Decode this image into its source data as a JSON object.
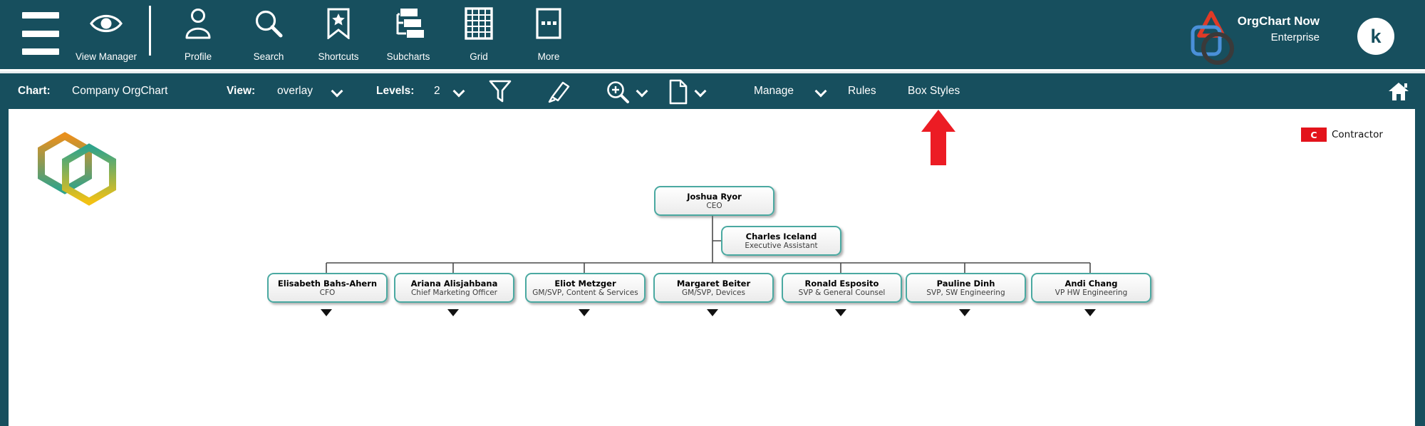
{
  "header": {
    "view_manager": {
      "label": "View Manager"
    },
    "nav_items": [
      {
        "label": "Profile"
      },
      {
        "label": "Search"
      },
      {
        "label": "Shortcuts"
      },
      {
        "label": "Subcharts"
      },
      {
        "label": "Grid"
      },
      {
        "label": "More"
      }
    ],
    "brand": {
      "name": "OrgChart Now",
      "edition": "Enterprise"
    },
    "avatar_initial": "k"
  },
  "toolbar": {
    "chart": {
      "label": "Chart:",
      "value": "Company OrgChart"
    },
    "view": {
      "label": "View:",
      "value": "overlay"
    },
    "levels": {
      "label": "Levels:",
      "value": "2"
    },
    "menus": [
      {
        "label": "Manage"
      },
      {
        "label": "Rules"
      },
      {
        "label": "Box Styles"
      }
    ]
  },
  "legend": {
    "badge": "C",
    "label": "Contractor",
    "badge_color": "#e3131b"
  },
  "org_chart": {
    "root": {
      "name": "Joshua Ryor",
      "title": "CEO"
    },
    "assistant": {
      "name": "Charles Iceland",
      "title": "Executive Assistant"
    },
    "children": [
      {
        "name": "Elisabeth Bahs-Ahern",
        "title": "CFO"
      },
      {
        "name": "Ariana Alisjahbana",
        "title": "Chief Marketing Officer"
      },
      {
        "name": "Eliot Metzger",
        "title": "GM/SVP, Content & Services"
      },
      {
        "name": "Margaret Beiter",
        "title": "GM/SVP, Devices"
      },
      {
        "name": "Ronald Esposito",
        "title": "SVP & General Counsel"
      },
      {
        "name": "Pauline Dinh",
        "title": "SVP, SW Engineering"
      },
      {
        "name": "Andi Chang",
        "title": "VP HW Engineering"
      }
    ]
  },
  "colors": {
    "toolbar_bg": "#174f5e",
    "box_border": "#4aa9a1",
    "arrow_red": "#ec1c24"
  }
}
